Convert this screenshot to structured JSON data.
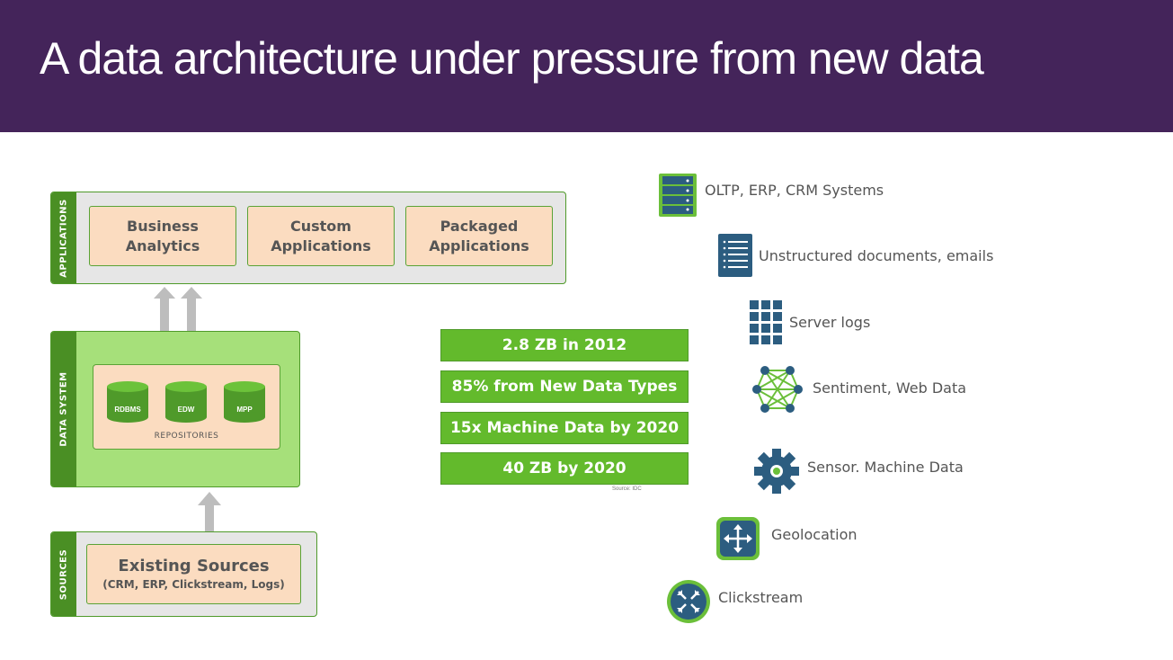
{
  "title": "A data architecture under pressure from new data",
  "applications": {
    "tab_label": "APPLICATIONS",
    "boxes": [
      "Business\nAnalytics",
      "Custom\nApplications",
      "Packaged\nApplications"
    ]
  },
  "data_system": {
    "tab_label": "DATA SYSTEM",
    "repositories_label": "REPOSITORIES",
    "stores": [
      "RDBMS",
      "EDW",
      "MPP"
    ]
  },
  "sources": {
    "tab_label": "SOURCES",
    "title": "Existing Sources",
    "subtitle": "(CRM, ERP, Clickstream, Logs)"
  },
  "stats": [
    "2.8 ZB in 2012",
    "85% from New Data Types",
    "15x Machine Data by 2020",
    "40 ZB by 2020"
  ],
  "source_note": "Source: IDC",
  "new_data_types": [
    {
      "label": "OLTP, ERP, CRM Systems",
      "icon": "server-icon"
    },
    {
      "label": "Unstructured documents, emails",
      "icon": "document-icon"
    },
    {
      "label": "Server logs",
      "icon": "grid-icon"
    },
    {
      "label": "Sentiment, Web Data",
      "icon": "network-icon"
    },
    {
      "label": "Sensor. Machine Data",
      "icon": "gear-icon"
    },
    {
      "label": "Geolocation",
      "icon": "location-arrows-icon"
    },
    {
      "label": "Clickstream",
      "icon": "clickstream-icon"
    }
  ],
  "colors": {
    "header": "#44245a",
    "green_dark": "#4a8f24",
    "green_stat": "#63ba2c",
    "icon_blue": "#2c5d80",
    "icon_green": "#6bbf3a"
  }
}
